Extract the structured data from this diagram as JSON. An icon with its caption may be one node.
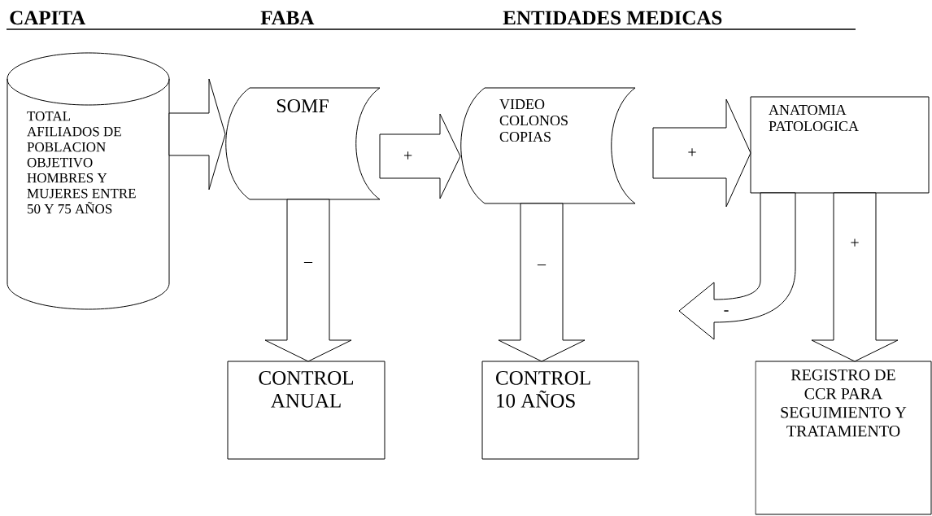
{
  "diagram": {
    "nodes": [
      {
        "text": [
          "TOTAL AFILIADOS DE POBLACION OBJETIVO HOMBRES Y MUJERES ENTRE 50 Y 75 AÑOS"
        ]
      },
      {
        "text": [
          "SOMF"
        ]
      },
      {
        "text": [
          "VIDEO COLONOS COPIAS"
        ]
      },
      {
        "text": [
          "ANATOMIA PATOLOGICA"
        ]
      },
      {
        "text": [
          "CONTROL ANUAL"
        ]
      },
      {
        "text": [
          "CONTROL 10 AÑOS"
        ]
      },
      {
        "text": [
          "REGISTRO DE CCR PARA SEGUIMIENTO Y TRATAMIENTO"
        ]
      }
    ],
    "edges": [
      {
        "from": 0,
        "to": 1,
        "arrow": "to"
      },
      {
        "from": 1,
        "to": 2,
        "arrow": "to",
        "label": "+"
      },
      {
        "from": 2,
        "to": 3,
        "arrow": "to",
        "label": "+"
      },
      {
        "from": 1,
        "to": 4,
        "arrow": "to",
        "label": "–"
      },
      {
        "from": 2,
        "to": 5,
        "arrow": "to",
        "label": "–"
      },
      {
        "from": 3,
        "to": null,
        "arrow": "to",
        "label": "-"
      },
      {
        "from": 3,
        "to": 6,
        "arrow": "to",
        "label": "+"
      }
    ],
    "labels": [
      "CAPITA",
      "FABA",
      "ENTIDADES MEDICAS"
    ]
  }
}
